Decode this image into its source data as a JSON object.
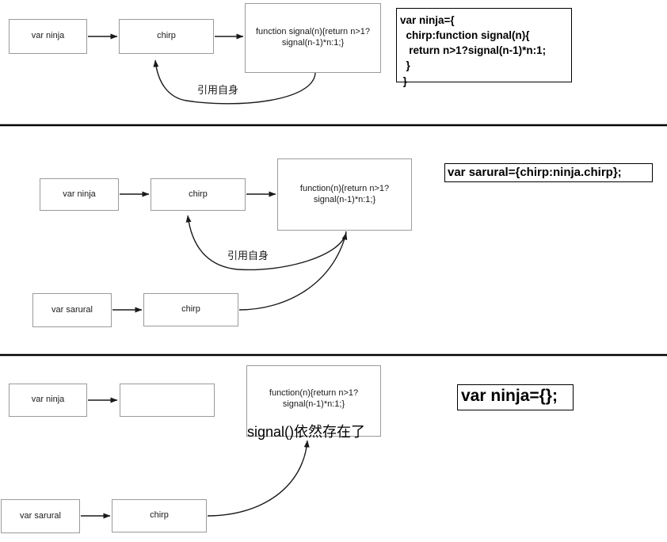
{
  "diagram": {
    "title": "JavaScript recursive function reference diagram",
    "stroke_color_box": "#9a9a9a",
    "stroke_color_line": "#1a1a1a",
    "divider_color": "#000000"
  },
  "sections": [
    {
      "id": "section-top",
      "nodes": [
        {
          "id": "top-var-ninja",
          "label": "var ninja"
        },
        {
          "id": "top-chirp",
          "label": "chirp"
        },
        {
          "id": "top-function",
          "label": "function signal(n){return n>1?\nsignal(n-1)*n:1;}"
        }
      ],
      "curve_label": "引用自身",
      "code": {
        "id": "top-code",
        "lines": [
          "var ninja={",
          "  chirp:function signal(n){",
          "   return n>1?signal(n-1)*n:1;",
          "  }",
          " }"
        ],
        "text": "var ninja={\n  chirp:function signal(n){\n   return n>1?signal(n-1)*n:1;\n  }\n }"
      }
    },
    {
      "id": "section-middle",
      "nodes": [
        {
          "id": "mid-var-ninja",
          "label": "var ninja"
        },
        {
          "id": "mid-chirp",
          "label": "chirp"
        },
        {
          "id": "mid-function",
          "label": "function(n){return n>1?\nsignal(n-1)*n:1;}"
        },
        {
          "id": "mid-var-sarural",
          "label": "var sarural"
        },
        {
          "id": "mid-chirp-2",
          "label": "chirp"
        }
      ],
      "curve_label": "引用自身",
      "code": {
        "id": "mid-code",
        "text": "var sarural={chirp:ninja.chirp};"
      }
    },
    {
      "id": "section-bottom",
      "nodes": [
        {
          "id": "bot-var-ninja",
          "label": "var ninja"
        },
        {
          "id": "bot-empty",
          "label": ""
        },
        {
          "id": "bot-function",
          "label": "function(n){return n>1?\nsignal(n-1)*n:1;}"
        },
        {
          "id": "bot-var-sarural",
          "label": "var sarural"
        },
        {
          "id": "bot-chirp",
          "label": "chirp"
        }
      ],
      "overlay_label": "signal()依然存在了",
      "code": {
        "id": "bot-code",
        "text": "var ninja={};"
      }
    }
  ]
}
